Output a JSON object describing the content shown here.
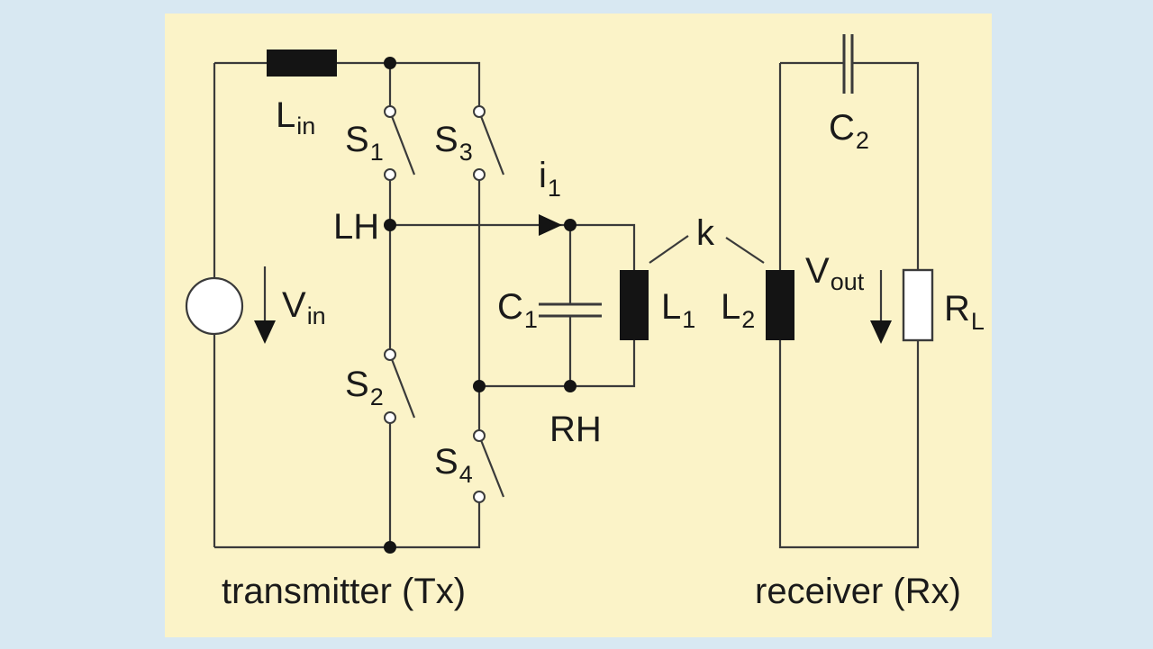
{
  "colors": {
    "page_background": "#d8e8f2",
    "panel_background": "#fbf3c8",
    "wire": "#3a3a3a",
    "component_fill": "#141414"
  },
  "labels": {
    "lin": {
      "main": "L",
      "sub": "in"
    },
    "s1": {
      "main": "S",
      "sub": "1"
    },
    "s2": {
      "main": "S",
      "sub": "2"
    },
    "s3": {
      "main": "S",
      "sub": "3"
    },
    "s4": {
      "main": "S",
      "sub": "4"
    },
    "i1": {
      "main": "i",
      "sub": "1"
    },
    "lh": "LH",
    "rh": "RH",
    "k": "k",
    "c1": {
      "main": "C",
      "sub": "1"
    },
    "l1": {
      "main": "L",
      "sub": "1"
    },
    "l2": {
      "main": "L",
      "sub": "2"
    },
    "c2": {
      "main": "C",
      "sub": "2"
    },
    "vin": {
      "main": "V",
      "sub": "in"
    },
    "vout": {
      "main": "V",
      "sub": "out"
    },
    "rl": {
      "main": "R",
      "sub": "L"
    },
    "tx_caption": "transmitter (Tx)",
    "rx_caption": "receiver (Rx)"
  }
}
